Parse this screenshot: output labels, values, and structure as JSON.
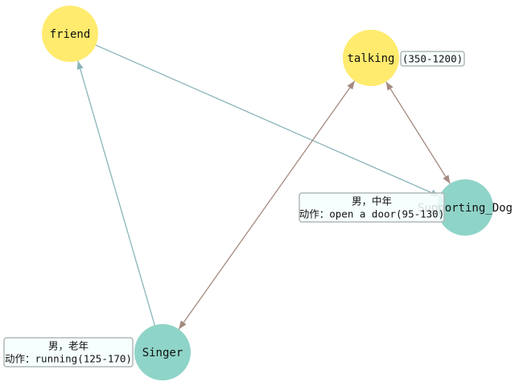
{
  "colors": {
    "yellow": "#FFEB6E",
    "teal": "#8FD4C8",
    "edge_teal": "#8AB4BA",
    "edge_brown": "#A48A80",
    "label_bg": "#F5FEFE",
    "label_border": "#B0B8B8"
  },
  "nodes": [
    {
      "id": "friend",
      "label": "friend",
      "color": "yellow"
    },
    {
      "id": "talking",
      "label": "talking",
      "color": "yellow",
      "info": [
        "(350-1200)"
      ]
    },
    {
      "id": "Supporting_Dog",
      "label": "Supporting_Dog",
      "color": "teal",
      "info": [
        "男，中年",
        "动作：open a door(95-130)"
      ]
    },
    {
      "id": "Singer",
      "label": "Singer",
      "color": "teal",
      "info": [
        "男，老年",
        "动作：running(125-170)"
      ]
    }
  ],
  "edges": [
    {
      "from": "friend",
      "to": "Supporting_Dog",
      "color": "edge_teal",
      "both": false
    },
    {
      "from": "Singer",
      "to": "friend",
      "color": "edge_teal",
      "both": false
    },
    {
      "from": "Singer",
      "to": "talking",
      "color": "edge_brown",
      "both": true
    },
    {
      "from": "talking",
      "to": "Supporting_Dog",
      "color": "edge_brown",
      "both": true
    }
  ]
}
